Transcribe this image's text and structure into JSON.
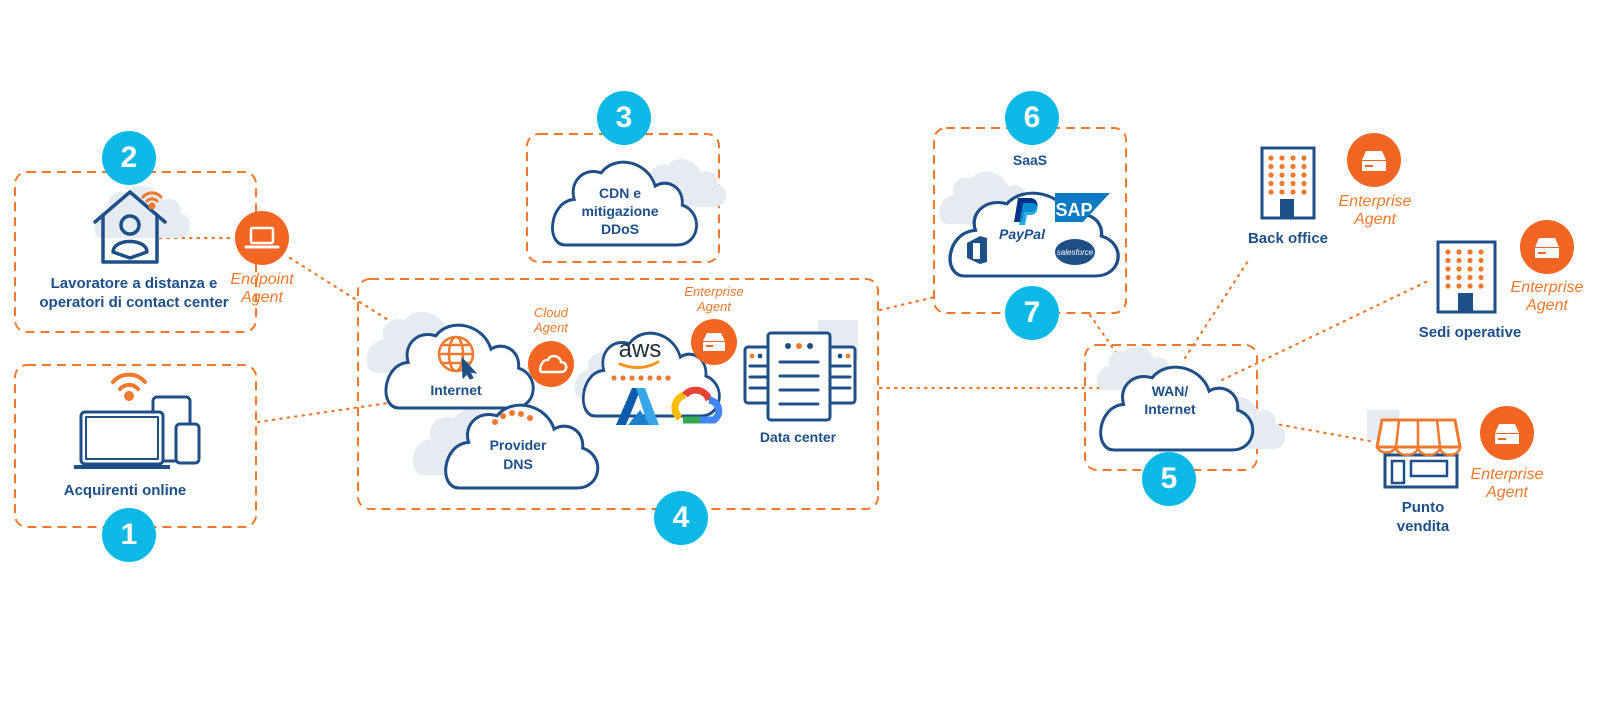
{
  "colors": {
    "accent_orange": "#ef7a2f",
    "agent_fill": "#f26522",
    "navy": "#1f4f87",
    "badge_blue": "#0cb9e6",
    "cloud_shadow": "#e6ebf2"
  },
  "groups": [
    {
      "id": "1",
      "badge": "1",
      "labels": [
        "Acquirenti online"
      ],
      "icon": "devices-icon"
    },
    {
      "id": "2",
      "badge": "2",
      "labels": [
        "Lavoratore a distanza e",
        "operatori di contact center"
      ],
      "icon": "home-worker-icon"
    },
    {
      "id": "3",
      "badge": "3",
      "labels": [
        "CDN e",
        "mitigazione",
        "DDoS"
      ],
      "icon": "cloud-icon"
    },
    {
      "id": "4",
      "badge": "4",
      "nodes": [
        {
          "label": "Internet",
          "icon": "globe-cursor-icon"
        },
        {
          "labels": [
            "Provider",
            "DNS"
          ],
          "icon": "cloud-icon"
        },
        {
          "label": "Data center",
          "icon": "server-rack-icon"
        },
        {
          "label": "",
          "icon": "public-cloud-icon",
          "logos": [
            "aws",
            "Azure",
            "Google Cloud"
          ]
        }
      ]
    },
    {
      "id": "5",
      "badge": "5",
      "labels": [
        "WAN/",
        "Internet"
      ],
      "icon": "cloud-icon"
    },
    {
      "id": "6",
      "badge": "6",
      "title": "SaaS",
      "logos": [
        "PayPal",
        "SAP",
        "Office",
        "salesforce"
      ]
    },
    {
      "id": "7",
      "badge": "7"
    }
  ],
  "agents": {
    "endpoint": [
      "Endpoint",
      "Agent"
    ],
    "cloud": [
      "Cloud",
      "Agent"
    ],
    "enterprise_dc": [
      "Enterprise",
      "Agent"
    ],
    "enterprise_back_office": [
      "Enterprise",
      "Agent"
    ],
    "enterprise_sedi": [
      "Enterprise",
      "Agent"
    ],
    "enterprise_punto": [
      "Enterprise",
      "Agent"
    ]
  },
  "sites": {
    "back_office": "Back office",
    "sedi_operative": "Sedi operative",
    "punto_vendita": [
      "Punto",
      "vendita"
    ]
  },
  "logos": {
    "aws": "aws",
    "paypal": "PayPal",
    "sap": "SAP",
    "salesforce": "salesforce"
  }
}
